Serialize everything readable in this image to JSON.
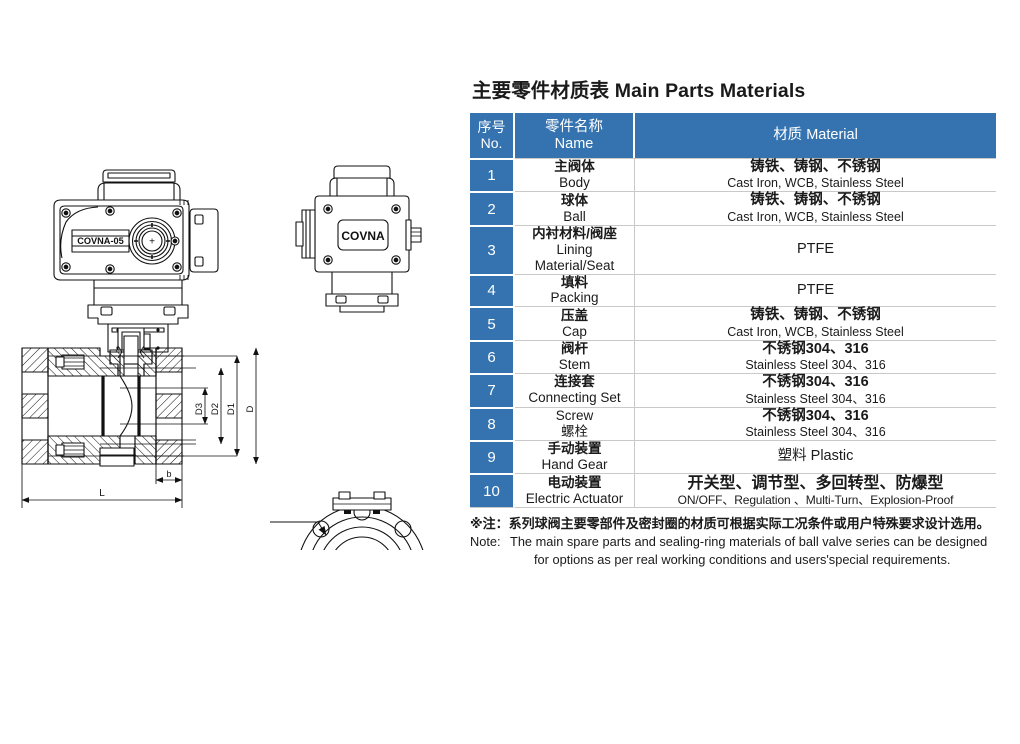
{
  "table": {
    "title_cn": "主要零件材质表",
    "title_en": "Main Parts Materials",
    "headers": {
      "no_cn": "序号",
      "no_en": "No.",
      "name_cn": "零件名称",
      "name_en": "Name",
      "material": "材质 Material"
    },
    "accent_color": "#3573B0",
    "rows": [
      {
        "no": "1",
        "name_cn": "主阀体",
        "name_en": "Body",
        "mat_cn": "铸铁、铸钢、不锈钢",
        "mat_en": "Cast Iron, WCB, Stainless Steel"
      },
      {
        "no": "2",
        "name_cn": "球体",
        "name_en": "Ball",
        "mat_cn": "铸铁、铸钢、不锈钢",
        "mat_en": "Cast Iron, WCB, Stainless Steel"
      },
      {
        "no": "3",
        "name_cn": "内衬材料/阀座",
        "name_en": "Lining Material/Seat",
        "mat_single": "PTFE"
      },
      {
        "no": "4",
        "name_cn": "填料",
        "name_en": "Packing",
        "mat_single": "PTFE"
      },
      {
        "no": "5",
        "name_cn": "压盖",
        "name_en": "Cap",
        "mat_cn": "铸铁、铸钢、不锈钢",
        "mat_en": "Cast Iron, WCB, Stainless Steel"
      },
      {
        "no": "6",
        "name_cn": "阀杆",
        "name_en": "Stem",
        "mat_cn": "不锈钢304、316",
        "mat_en": "Stainless Steel 304、316"
      },
      {
        "no": "7",
        "name_cn": "连接套",
        "name_en": "Connecting Set",
        "mat_cn": "不锈钢304、316",
        "mat_en": "Stainless Steel 304、316"
      },
      {
        "no": "8",
        "name_cn": "Screw",
        "name_en": "螺栓",
        "mat_cn": "不锈钢304、316",
        "mat_en": "Stainless Steel 304、316",
        "swapped": true
      },
      {
        "no": "9",
        "name_cn": "手动装置",
        "name_en": "Hand Gear",
        "mat_single": "塑料 Plastic"
      },
      {
        "no": "10",
        "name_cn": "电动装置",
        "name_en": "Electric Actuator",
        "mat_cn": "开关型、调节型、多回转型、防爆型",
        "mat_en": "ON/OFF、Regulation 、Multi-Turn、Explosion-Proof"
      }
    ]
  },
  "note": {
    "cn": "※注：系列球阀主要零部件及密封圈的材质可根据实际工况条件或用户特殊要求设计选用。",
    "en_label": "Note:",
    "en_line1": "The main spare parts and sealing-ring materials of ball valve series can be designed",
    "en_line2": "for options as per real working conditions and users'special requirements."
  },
  "drawing": {
    "actuator_label_side": "COVNA-05",
    "actuator_label_front": "COVNA",
    "dimensions": {
      "d3": "D3",
      "d2": "D2",
      "d1": "D1",
      "d": "D",
      "l": "L",
      "b": "b"
    }
  }
}
